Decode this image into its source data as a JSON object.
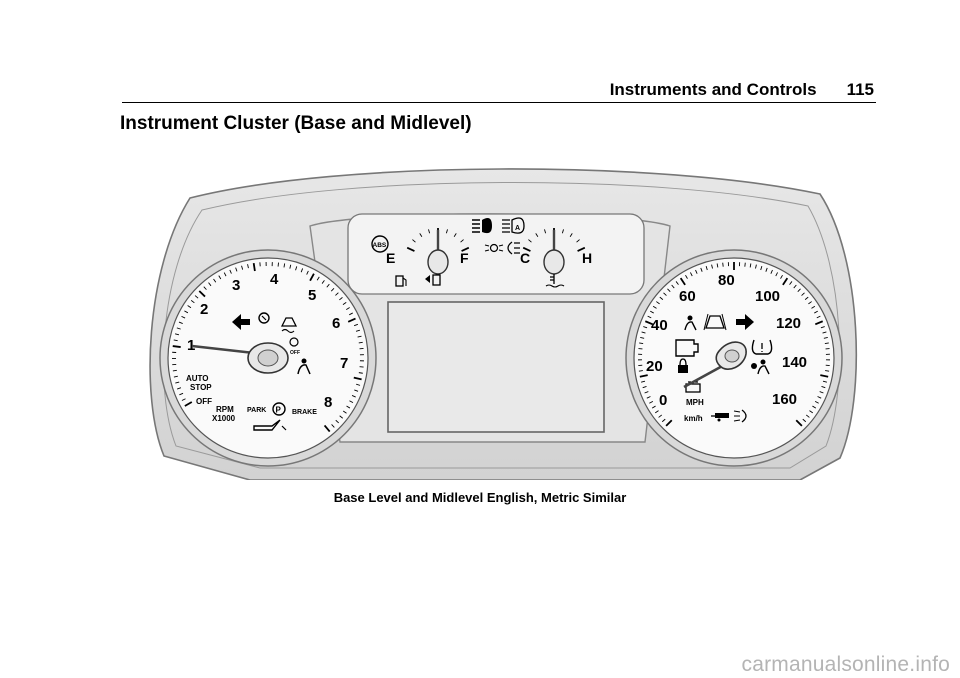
{
  "header": {
    "chapter": "Instruments and Controls",
    "page_number": "115"
  },
  "section_title": "Instrument Cluster (Base and Midlevel)",
  "figure": {
    "caption": "Base Level and Midlevel English, Metric Similar",
    "tachometer": {
      "numbers": [
        "1",
        "2",
        "3",
        "4",
        "5",
        "6",
        "7",
        "8"
      ],
      "label_rpm": "RPM",
      "label_multiplier": "X1000",
      "label_auto": "AUTO",
      "label_stop": "STOP",
      "label_off": "OFF",
      "label_park": "PARK",
      "label_brake": "BRAKE"
    },
    "fuel_gauge": {
      "empty": "E",
      "full": "F"
    },
    "temp_gauge": {
      "cold": "C",
      "hot": "H"
    },
    "speedometer": {
      "numbers": [
        "0",
        "20",
        "40",
        "60",
        "80",
        "100",
        "120",
        "140",
        "160"
      ],
      "label_mph": "MPH",
      "label_kmh": "km/h"
    },
    "icons": {
      "abs": "ABS",
      "park_brake": "P",
      "auto_high_beam": "A"
    }
  },
  "watermark": "carmanualsonline.info"
}
